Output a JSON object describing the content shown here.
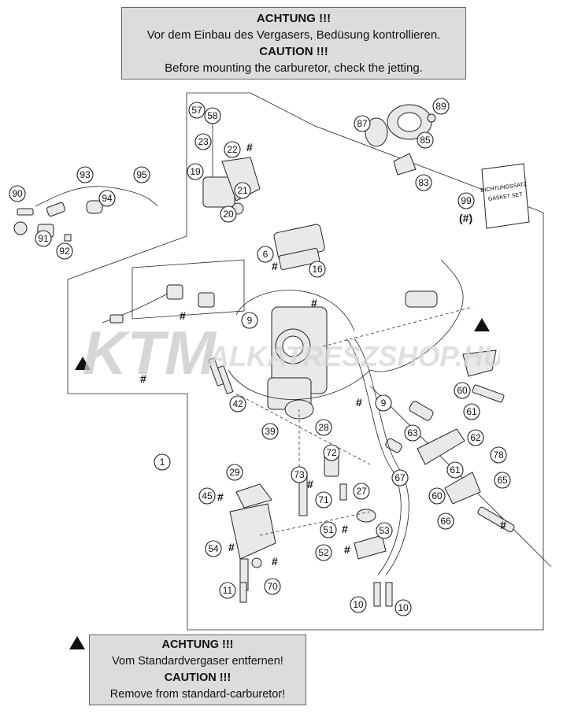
{
  "top_notice": {
    "line1": "ACHTUNG !!!",
    "line2": "Vor dem Einbau des Vergasers, Bedüsung kontrollieren.",
    "line3": "CAUTION !!!",
    "line4": "Before mounting the carburetor, check the jetting."
  },
  "bottom_notice": {
    "line1": "ACHTUNG !!!",
    "line2": "Vom Standardvergaser entfernen!",
    "line3": "CAUTION !!!",
    "line4": "Remove from standard-carburetor!"
  },
  "gasket_card": {
    "line1": "DICHTUNGSSATZ",
    "line2": "GASKET SET"
  },
  "gasket_note": "(#)",
  "hash_mark": "#",
  "callouts": [
    "57",
    "58",
    "23",
    "22",
    "19",
    "21",
    "20",
    "87",
    "89",
    "85",
    "83",
    "99",
    "93",
    "95",
    "90",
    "94",
    "91",
    "92",
    "6",
    "16",
    "9",
    "9",
    "42",
    "39",
    "28",
    "60",
    "61",
    "62",
    "63",
    "1",
    "72",
    "73",
    "29",
    "45",
    "71",
    "27",
    "78",
    "61",
    "67",
    "60",
    "65",
    "66",
    "51",
    "53",
    "52",
    "54",
    "70",
    "11",
    "10",
    "10"
  ],
  "watermark": {
    "brand": "KTM",
    "domain": "ALKATRESZSHOP.HU"
  },
  "colors": {
    "notice_bg": "#dcdcdc",
    "line": "#222222",
    "watermark": "#c9c9c9"
  }
}
